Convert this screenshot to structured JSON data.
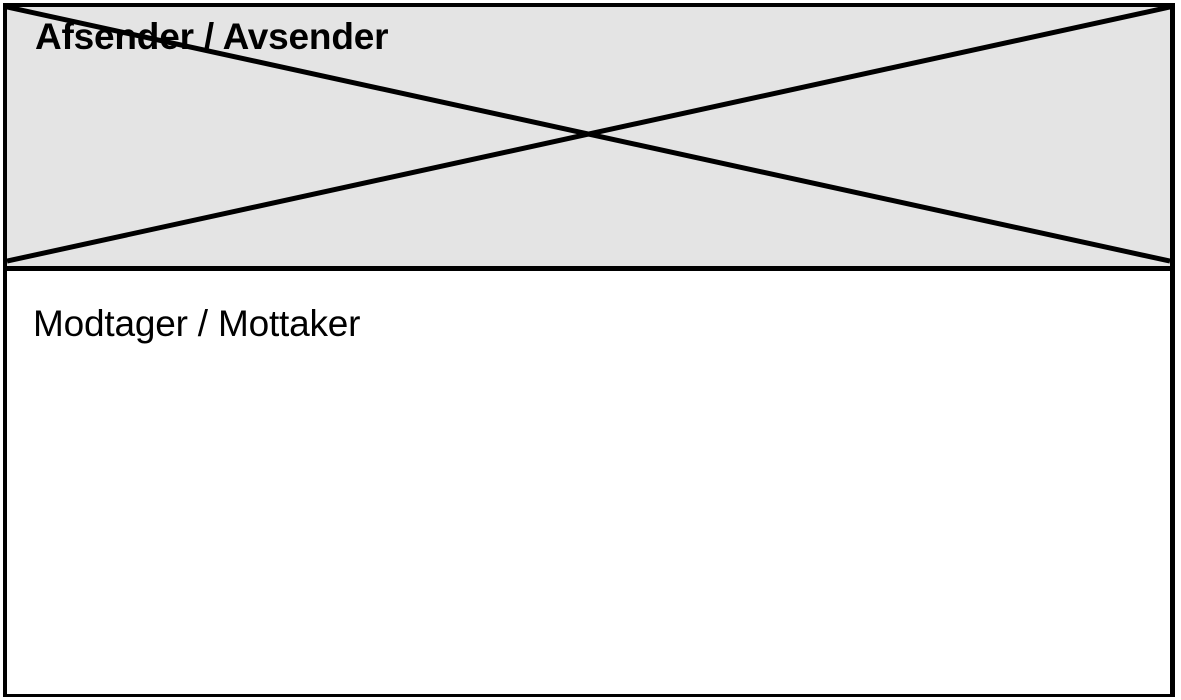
{
  "form": {
    "name": "postal-address-form",
    "colors": {
      "ink": "#000000",
      "sender_fill": "#e4e4e4",
      "recipient_fill": "#ffffff"
    },
    "sender": {
      "label": "Afsender / Avsender",
      "struck_out": true,
      "cross_mark_icon": "cross-out-x-icon"
    },
    "recipient": {
      "label": "Modtager / Mottaker",
      "value": "",
      "placeholder": ""
    }
  }
}
